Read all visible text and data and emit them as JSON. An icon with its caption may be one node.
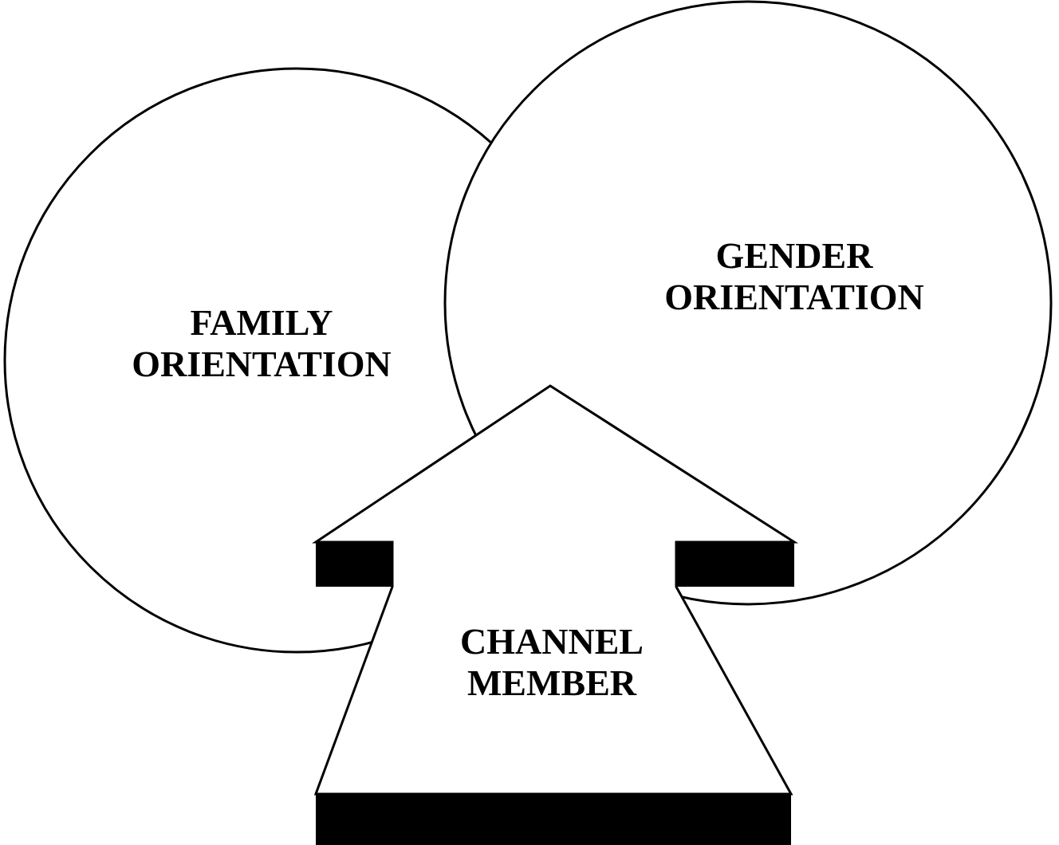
{
  "diagram": {
    "nodes": [
      {
        "text": [
          "FAMILY ORIENTATION"
        ]
      },
      {
        "text": [
          "GENDER ORIENTATION"
        ]
      },
      {
        "text": [
          "CHANNEL MEMBER"
        ]
      }
    ]
  }
}
